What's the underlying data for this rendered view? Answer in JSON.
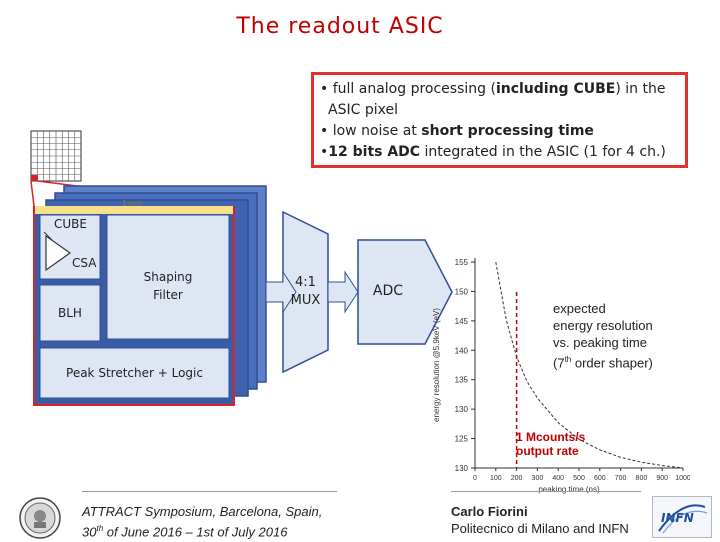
{
  "title": "The readout ASIC",
  "bullets": {
    "l1_a": "• full analog processing (",
    "l1_b": "including CUBE",
    "l1_c": ") in the",
    "l2": "ASIC pixel",
    "l3_a": "• low noise at ",
    "l3_b": "short processing time",
    "l4_a": "•",
    "l4_b": "12 bits ADC",
    "l4_c": " integrated  in the ASIC (1 for 4 ch.)"
  },
  "block": {
    "top_label": "1mm",
    "cube": "CUBE",
    "csa": "CSA",
    "shaping_1": "Shaping",
    "shaping_2": "Filter",
    "blh": "BLH",
    "peak": "Peak Stretcher + Logic",
    "mux_1": "4:1",
    "mux_2": "MUX",
    "adc": "ADC"
  },
  "chart_data": {
    "type": "line",
    "xlabel": "peaking time (ns)",
    "ylabel": "energy resolution @5.9keV (eV)",
    "xlim": [
      0,
      1000
    ],
    "ylim": [
      130,
      155
    ],
    "xticks": [
      "0",
      "100",
      "200",
      "300",
      "400",
      "500",
      "600",
      "700",
      "800",
      "900",
      "1000"
    ],
    "yticks": [
      "130",
      "125",
      "130",
      "135",
      "140",
      "145",
      "150",
      "155"
    ],
    "x": [
      100,
      150,
      200,
      250,
      300,
      400,
      500,
      600,
      700,
      800,
      900,
      1000
    ],
    "y": [
      155,
      148,
      143.5,
      140.5,
      138.5,
      135.5,
      133.5,
      132.2,
      131.3,
      130.7,
      130.3,
      130
    ],
    "marker_x": 200,
    "annotation": {
      "l1": "expected",
      "l2": "energy resolution",
      "l3": "vs. peaking time",
      "l4_a": "(7",
      "l4_sup": "th",
      "l4_b": " order shaper)"
    },
    "rate_label": {
      "l1": "1 Mcounts/s",
      "l2": "output rate"
    }
  },
  "footer": {
    "left_1": "ATTRACT Symposium, Barcelona, Spain,",
    "left_2a": "30",
    "left_2sup1": "th",
    "left_2b": " of June 2016 – 1st of July 2016",
    "right_1": "Carlo Fiorini",
    "right_2": "Politecnico di Milano and INFN",
    "logo_right": "INFN"
  },
  "colors": {
    "accent": "#c00000",
    "box_border": "#e03030",
    "chip_blue": "#2f5597"
  }
}
